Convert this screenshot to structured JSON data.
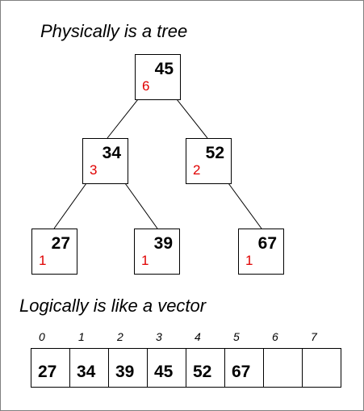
{
  "colors": {
    "value": "#000000",
    "count": "#e00000",
    "frame": "#808080"
  },
  "tree": {
    "title": "Physically is a tree",
    "nodes": [
      {
        "id": "n45",
        "value": "45",
        "count": "6"
      },
      {
        "id": "n34",
        "value": "34",
        "count": "3"
      },
      {
        "id": "n52",
        "value": "52",
        "count": "2"
      },
      {
        "id": "n27",
        "value": "27",
        "count": "1"
      },
      {
        "id": "n39",
        "value": "39",
        "count": "1"
      },
      {
        "id": "n67",
        "value": "67",
        "count": "1"
      }
    ],
    "edges": [
      [
        "45",
        "34"
      ],
      [
        "45",
        "52"
      ],
      [
        "34",
        "27"
      ],
      [
        "34",
        "39"
      ],
      [
        "52",
        "67"
      ]
    ]
  },
  "vector": {
    "title": "Logically is like a vector",
    "indices": [
      "0",
      "1",
      "2",
      "3",
      "4",
      "5",
      "6",
      "7"
    ],
    "cells": [
      "27",
      "34",
      "39",
      "45",
      "52",
      "67",
      "",
      ""
    ]
  }
}
